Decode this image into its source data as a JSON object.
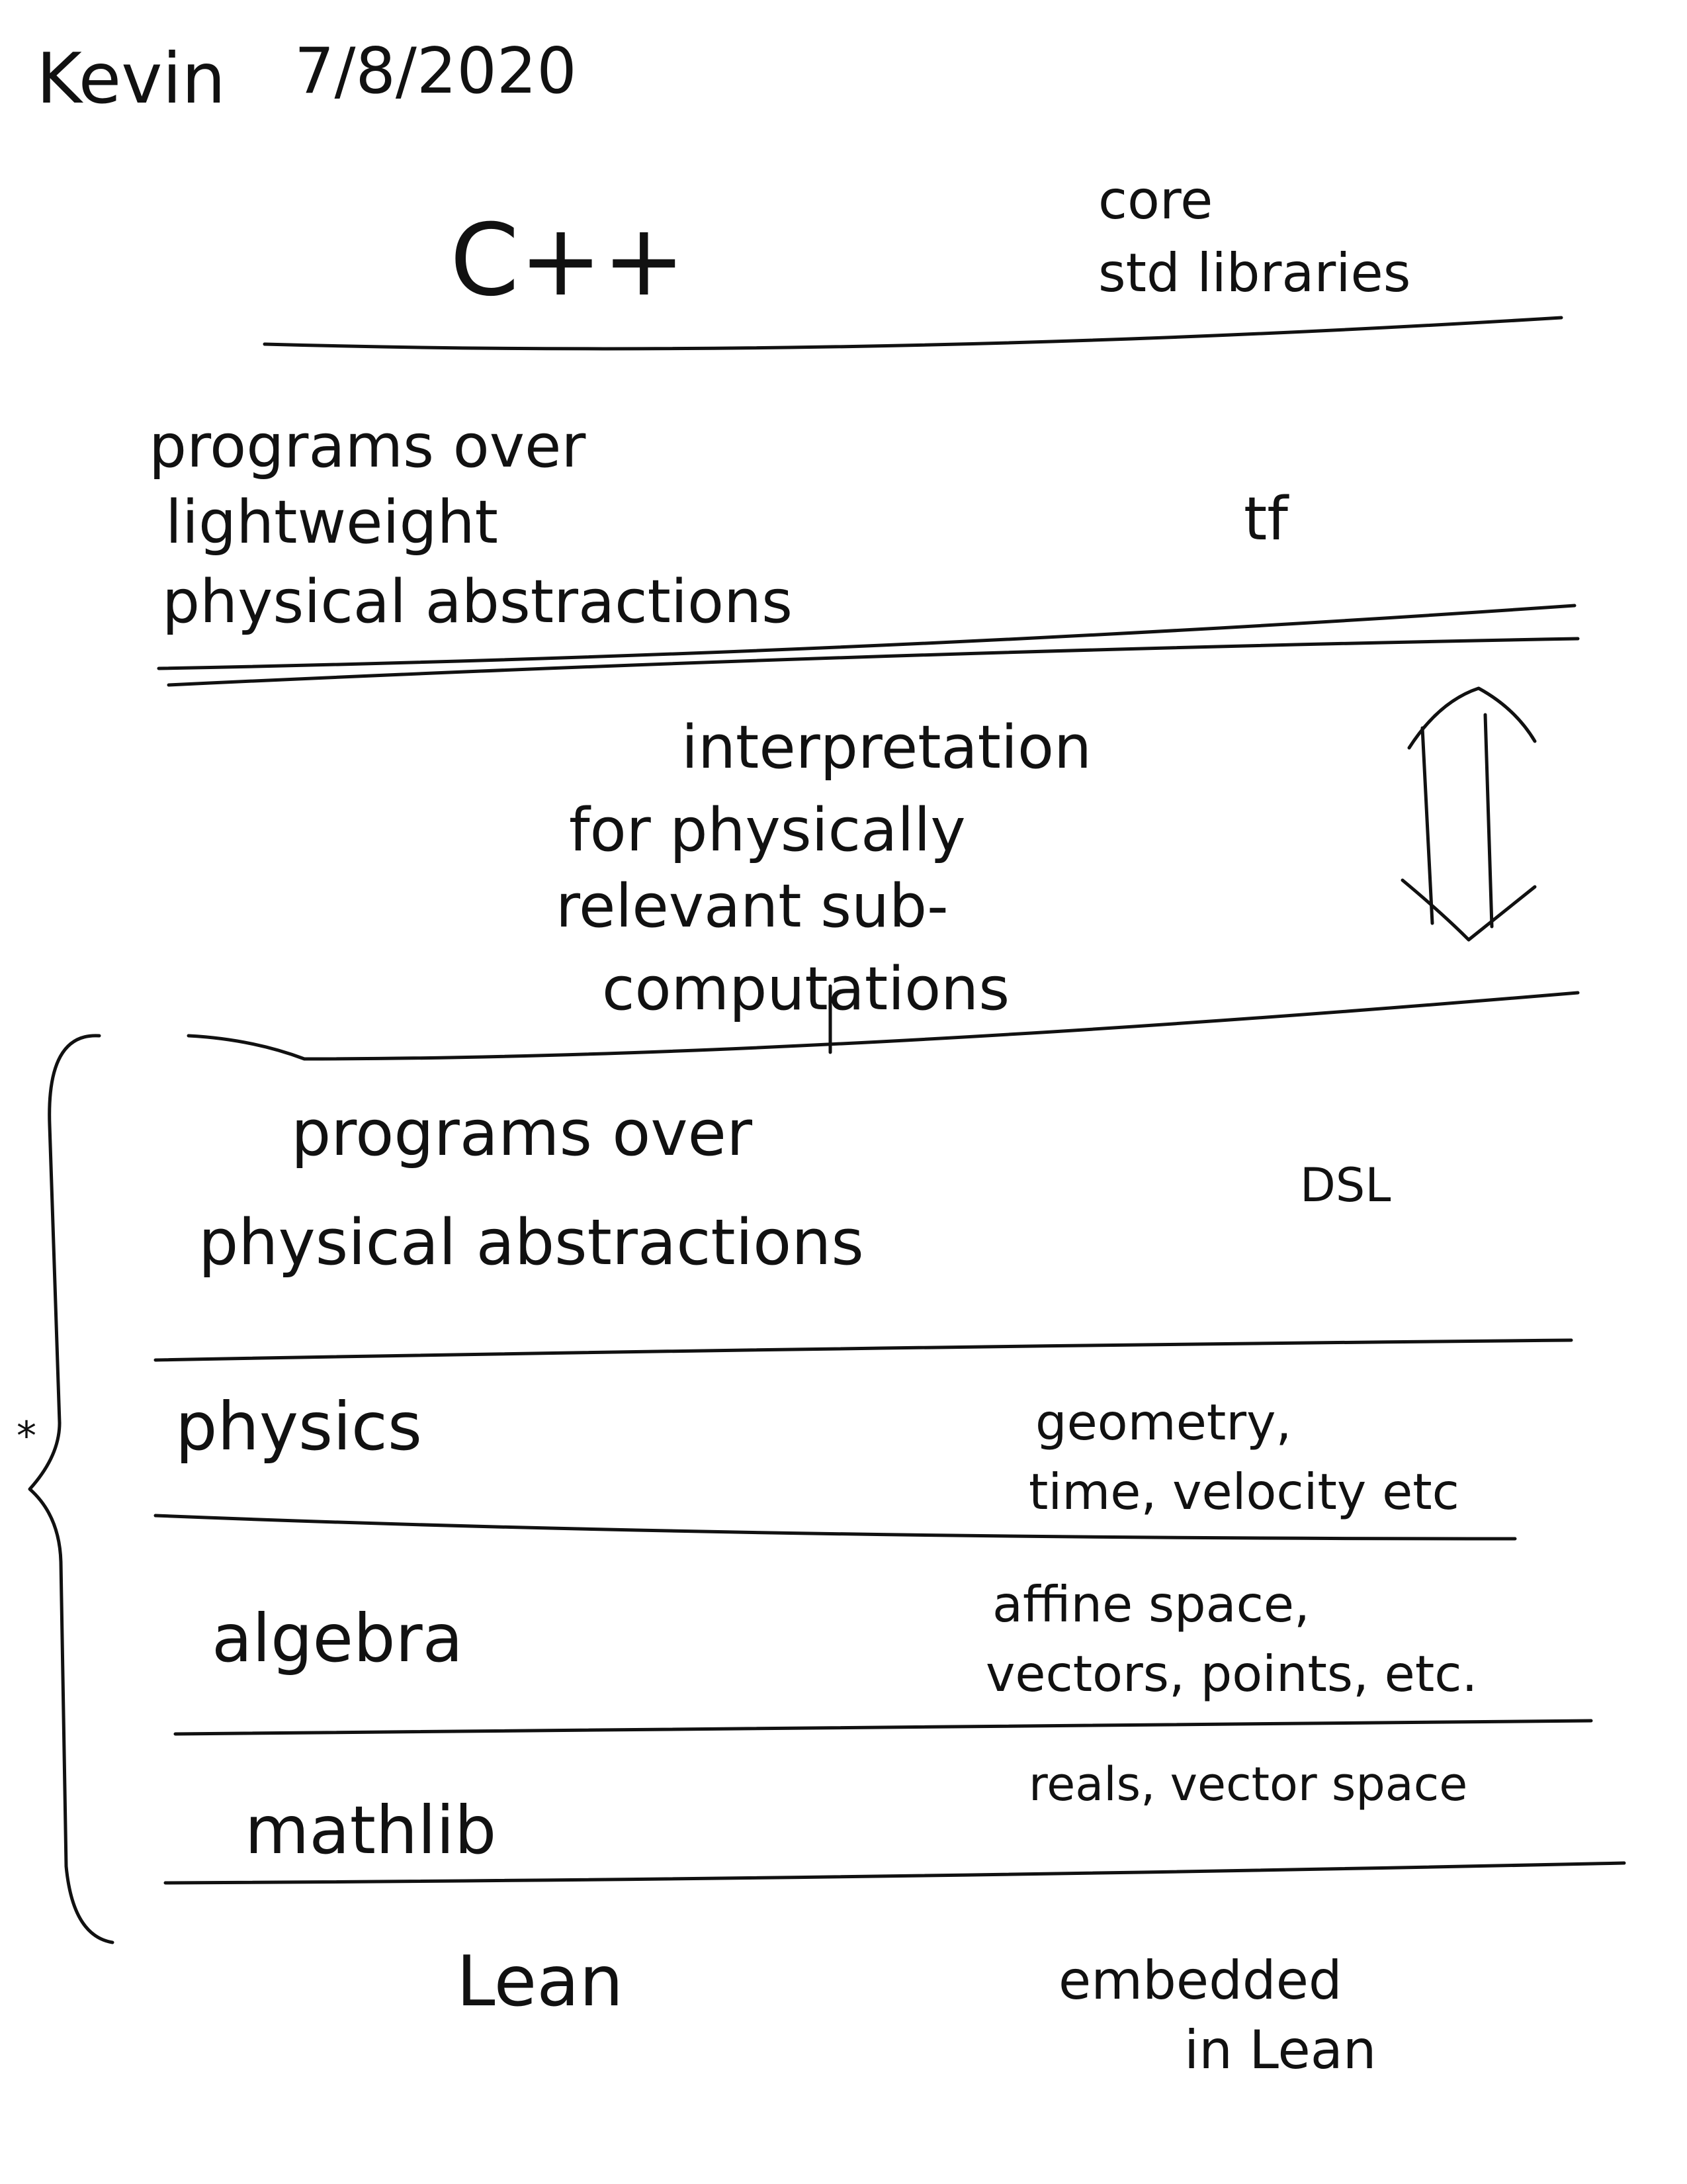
{
  "header": {
    "author": "Kevin",
    "date": "7/8/2020"
  },
  "layers": [
    {
      "id": "cpp",
      "label": [
        "C++"
      ],
      "note": [
        "core",
        "std libraries"
      ]
    },
    {
      "id": "lightweight",
      "label": [
        "programs over",
        "lightweight",
        "physical abstractions"
      ],
      "note": [
        "tf"
      ]
    },
    {
      "id": "interpretation",
      "label": [
        "interpretation",
        "for physically",
        "relevant sub-",
        "computations"
      ],
      "note": []
    },
    {
      "id": "programs-physical",
      "label": [
        "programs over",
        "physical abstractions"
      ],
      "note": [
        "DSL"
      ]
    },
    {
      "id": "physics",
      "label": [
        "physics"
      ],
      "note": [
        "geometry,",
        "time, velocity etc"
      ]
    },
    {
      "id": "algebra",
      "label": [
        "algebra"
      ],
      "note": [
        "affine space,",
        "vectors, points, etc."
      ]
    },
    {
      "id": "mathlib",
      "label": [
        "mathlib"
      ],
      "note": [
        "reals, vector space"
      ]
    },
    {
      "id": "lean",
      "label": [
        "Lean"
      ],
      "note": [
        "embedded",
        "in Lean"
      ]
    }
  ],
  "bracket": {
    "mark": "*",
    "from_layer": "programs-physical",
    "to_layer": "mathlib"
  },
  "icons": [
    "double-headed-arrow-icon",
    "curly-brace-icon"
  ],
  "ink_color": "#111111"
}
